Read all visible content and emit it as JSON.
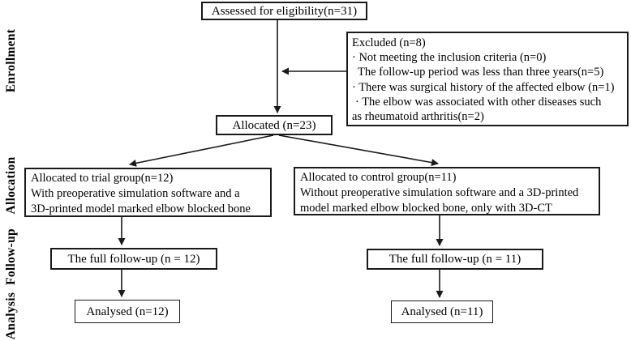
{
  "diagram": {
    "type": "consort-flowchart",
    "stages": [
      {
        "label": "Enrollment"
      },
      {
        "label": "Allocation"
      },
      {
        "label": "Follow-up"
      },
      {
        "label": "Analysis"
      }
    ],
    "boxes": {
      "assessed": {
        "text": "Assessed for eligibility(n=31)"
      },
      "excluded": {
        "lines": [
          "Excluded (n=8)",
          "· Not meeting the inclusion criteria (n=0)",
          "The follow-up period was less than three years(n=5)",
          "· There was surgical history of the affected elbow (n=1)",
          "· The elbow was associated with other diseases such",
          "as rheumatoid arthritis(n=2)"
        ]
      },
      "allocated": {
        "text": "Allocated (n=23)"
      },
      "trial_group": {
        "lines": [
          "Allocated to trial group(n=12)",
          "With preoperative simulation software and a",
          "3D-printed model marked elbow blocked bone"
        ]
      },
      "control_group": {
        "lines": [
          "Allocated to control group(n=11)",
          "Without preoperative simulation software and a 3D-printed",
          "model marked elbow blocked bone, only with 3D-CT"
        ]
      },
      "followup_trial": {
        "text": "The full follow-up (n = 12)"
      },
      "followup_control": {
        "text": "The full follow-up (n = 11)"
      },
      "analysed_trial": {
        "text": "Analysed (n=12)"
      },
      "analysed_control": {
        "text": "Analysed (n=11)"
      }
    },
    "colors": {
      "background": "#ffffff",
      "box_border": "#1a1a1a",
      "text": "#000000",
      "arrow": "#1a1a1a"
    }
  }
}
